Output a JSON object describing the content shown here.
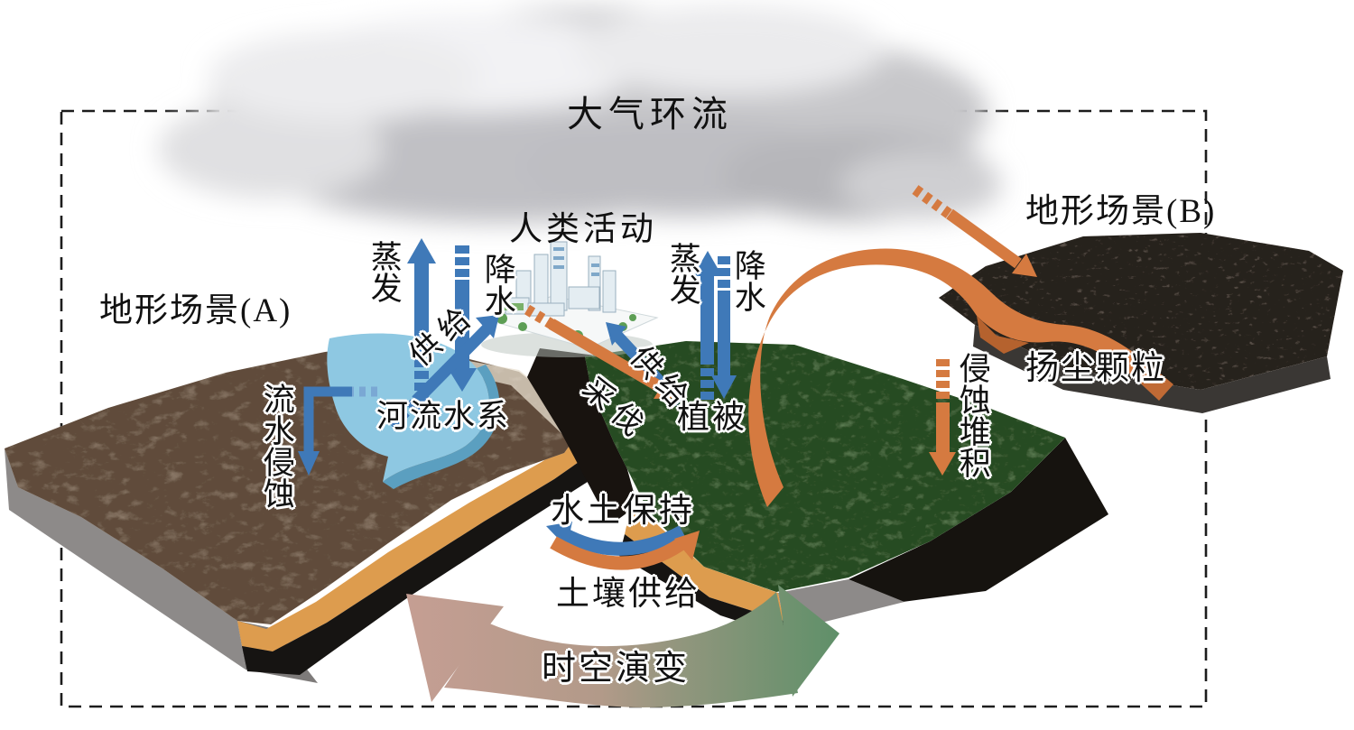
{
  "labels": {
    "atmosphere": "大气环流",
    "human_activity": "人类活动",
    "terrain_scene_a": "地形场景(A)",
    "terrain_scene_b": "地形场景(B)",
    "evaporation": "蒸发",
    "precipitation": "降水",
    "supply": "供给",
    "river_system": "河流水系",
    "water_erosion": "流水侵蚀",
    "logging": "采伐",
    "vegetation": "植被",
    "dust_particles": "扬尘颗粒",
    "erosion_deposition": "侵蚀堆积",
    "soil_water_conservation": "水土保持",
    "soil_supply": "土壤供给",
    "spatiotemporal_evolution": "时空演变"
  },
  "colors": {
    "arrow_blue": "#3f79b8",
    "arrow_blue_light": "#7aa8d4",
    "river_blue": "#8ec8e2",
    "river_blue_edge": "#5b9fc0",
    "arrow_orange": "#d57a40",
    "evolution_pink": "#c59e93",
    "evolution_green": "#5f9069",
    "soil_layer_orange": "#dd9c4e",
    "bedrock_black": "#161412",
    "slab_gray": "#8d8a89",
    "terrain_a_base": "#a3907e",
    "terrain_green_base": "#6d8f62",
    "terrain_b_base": "#7d7268",
    "cloud_gray": "#c9c9cc"
  }
}
